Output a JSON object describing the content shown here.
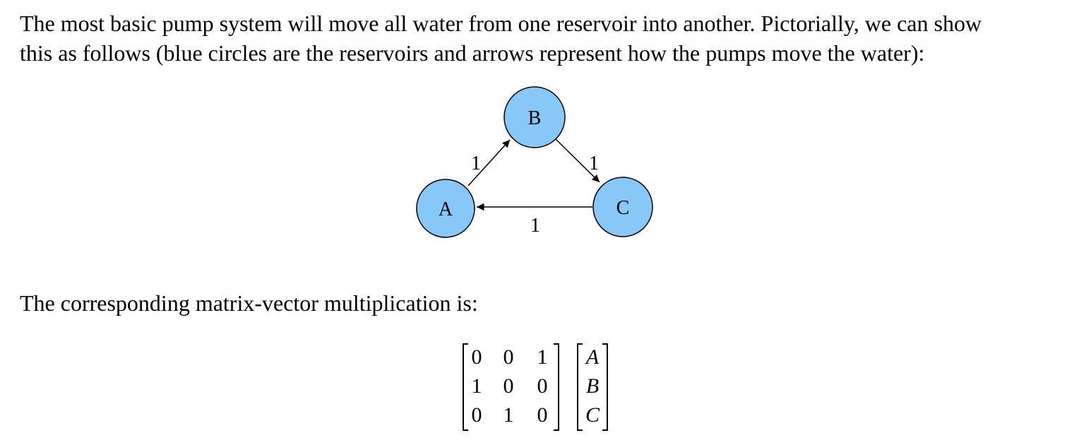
{
  "text": {
    "paragraph_1": "The most basic pump system will move all water from one reservoir into another. Pictorially, we can show this as follows (blue circles are the reservoirs and arrows represent how the pumps move the water):",
    "paragraph_1_line_1": "The most basic pump system will move all water from one reservoir into another. Pictorially, we can show",
    "paragraph_1_line_2": "this as follows (blue circles are the reservoirs and arrows represent how the pumps move the water):",
    "paragraph_2": "The corresponding matrix-vector multiplication is:"
  },
  "diagram": {
    "node_fill": "#87c8f8",
    "nodes": [
      {
        "id": "A",
        "label": "A"
      },
      {
        "id": "B",
        "label": "B"
      },
      {
        "id": "C",
        "label": "C"
      }
    ],
    "edges": [
      {
        "from": "A",
        "to": "B",
        "label": "1"
      },
      {
        "from": "B",
        "to": "C",
        "label": "1"
      },
      {
        "from": "C",
        "to": "A",
        "label": "1"
      }
    ]
  },
  "matrix": {
    "rows": [
      [
        "0",
        "0",
        "1"
      ],
      [
        "1",
        "0",
        "0"
      ],
      [
        "0",
        "1",
        "0"
      ]
    ]
  },
  "vector": [
    "A",
    "B",
    "C"
  ]
}
